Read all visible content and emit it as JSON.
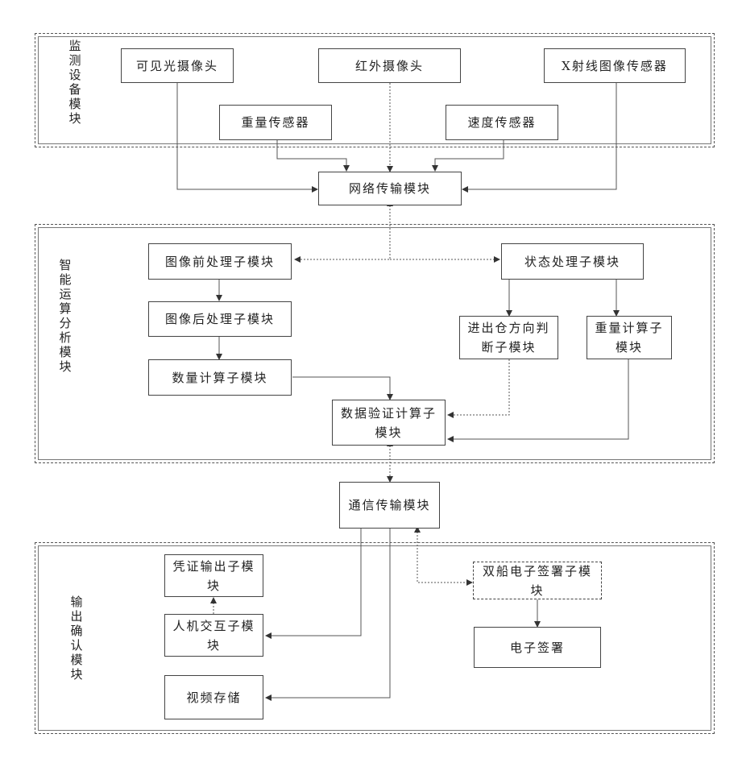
{
  "groups": {
    "monitor": "监测设备模块",
    "analysis": "智能运算分析模块",
    "output": "输出确认模块"
  },
  "boxes": {
    "visible_camera": "可见光摄像头",
    "ir_camera": "红外摄像头",
    "xray_sensor": "X射线图像传感器",
    "weight_sensor": "重量传感器",
    "speed_sensor": "速度传感器",
    "network_module": "网络传输模块",
    "image_pre": "图像前处理子模块",
    "state_proc": "状态处理子模块",
    "image_post": "图像后处理子模块",
    "inout_dir": "进出仓方向判断子模块",
    "weight_calc": "重量计算子模块",
    "count_calc": "数量计算子模块",
    "data_verify": "数据验证计算子模块",
    "comm_module": "通信传输模块",
    "voucher_out": "凭证输出子模块",
    "hmi": "人机交互子模块",
    "video_store": "视频存储",
    "dual_sign": "双船电子签署子模块",
    "e_sign": "电子签署"
  }
}
